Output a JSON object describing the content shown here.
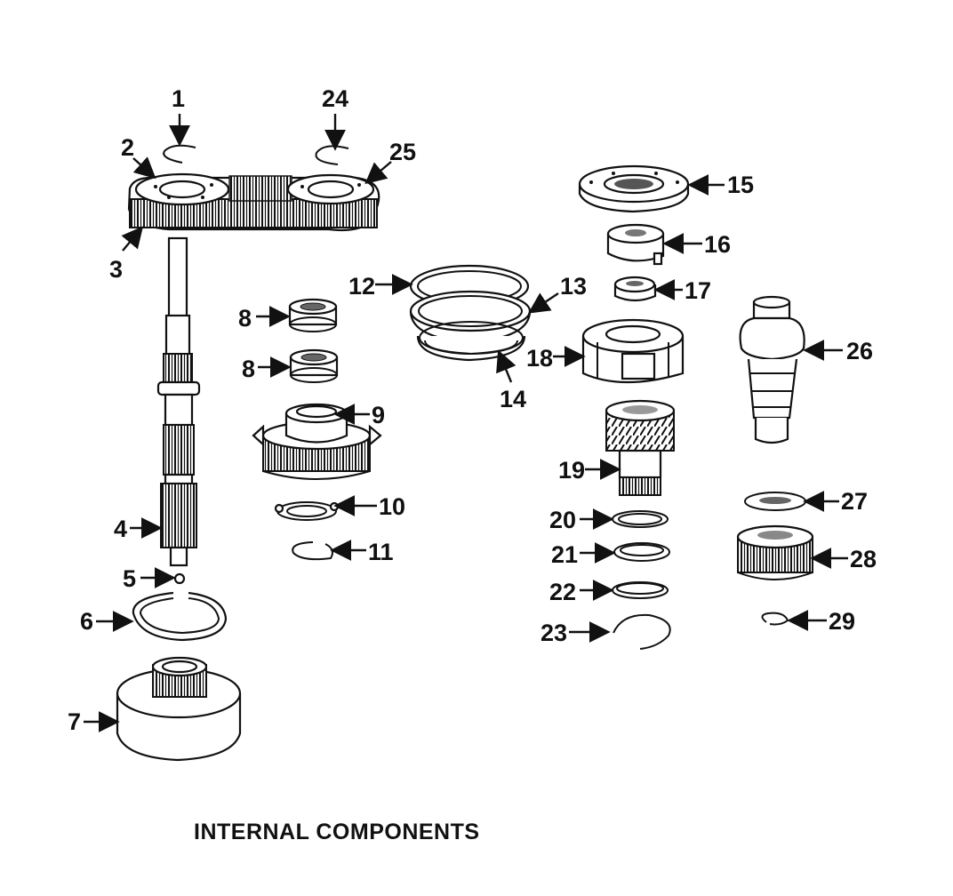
{
  "caption": "INTERNAL COMPONENTS",
  "callouts": [
    "1",
    "2",
    "3",
    "4",
    "5",
    "6",
    "7",
    "8",
    "8",
    "9",
    "10",
    "11",
    "12",
    "13",
    "14",
    "15",
    "16",
    "17",
    "18",
    "19",
    "20",
    "21",
    "22",
    "23",
    "24",
    "25",
    "26",
    "27",
    "28",
    "29"
  ]
}
